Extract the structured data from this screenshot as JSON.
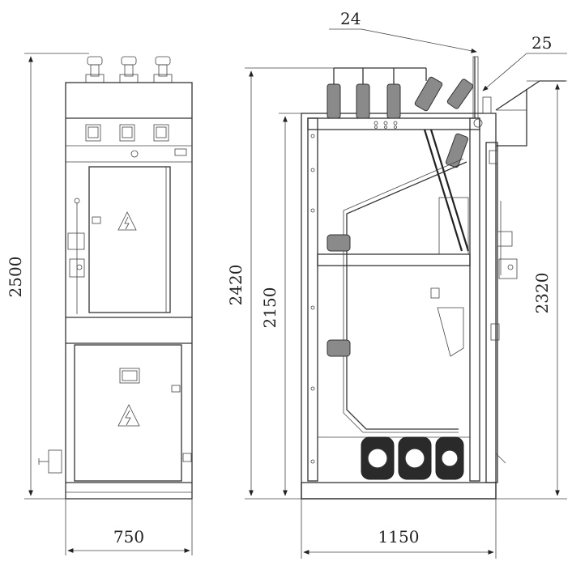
{
  "dimensions": {
    "front_height": "2500",
    "front_width": "750",
    "side_total_height": "2420",
    "side_frame_height": "2150",
    "side_right_height": "2320",
    "side_depth": "1150"
  },
  "callouts": {
    "item_24": "24",
    "item_25": "25"
  },
  "colors": {
    "line": "#333333",
    "background": "#ffffff"
  },
  "icons": {
    "warning_sign": "high-voltage-warning-icon"
  }
}
